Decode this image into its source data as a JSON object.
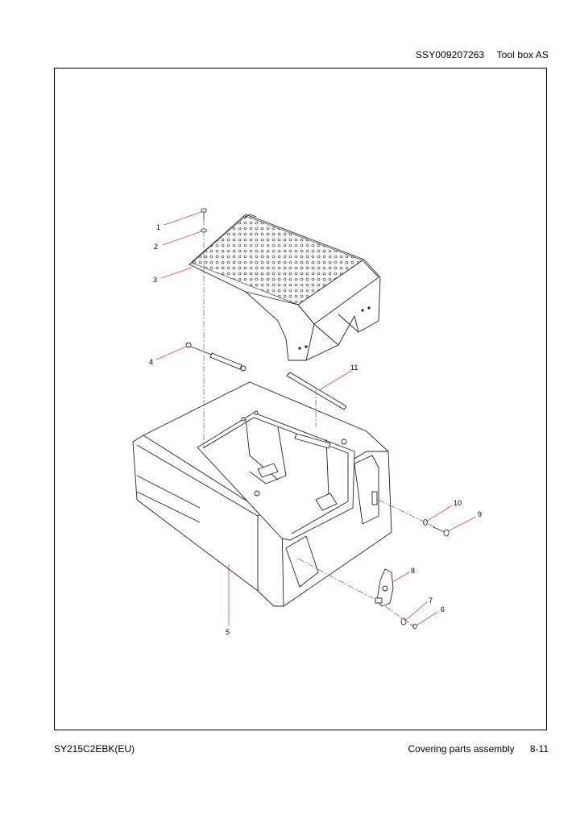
{
  "header": {
    "part_code": "SSY009207263",
    "part_name": "Tool box AS"
  },
  "footer": {
    "model": "SY215C2EBK(EU)",
    "section": "Covering parts assembly",
    "page": "8-11"
  },
  "callouts": [
    "1",
    "2",
    "3",
    "4",
    "5",
    "6",
    "7",
    "8",
    "9",
    "10",
    "11"
  ],
  "colors": {
    "leader": "#d9454a",
    "centerline": "#6a6ad0",
    "line": "#222222"
  }
}
